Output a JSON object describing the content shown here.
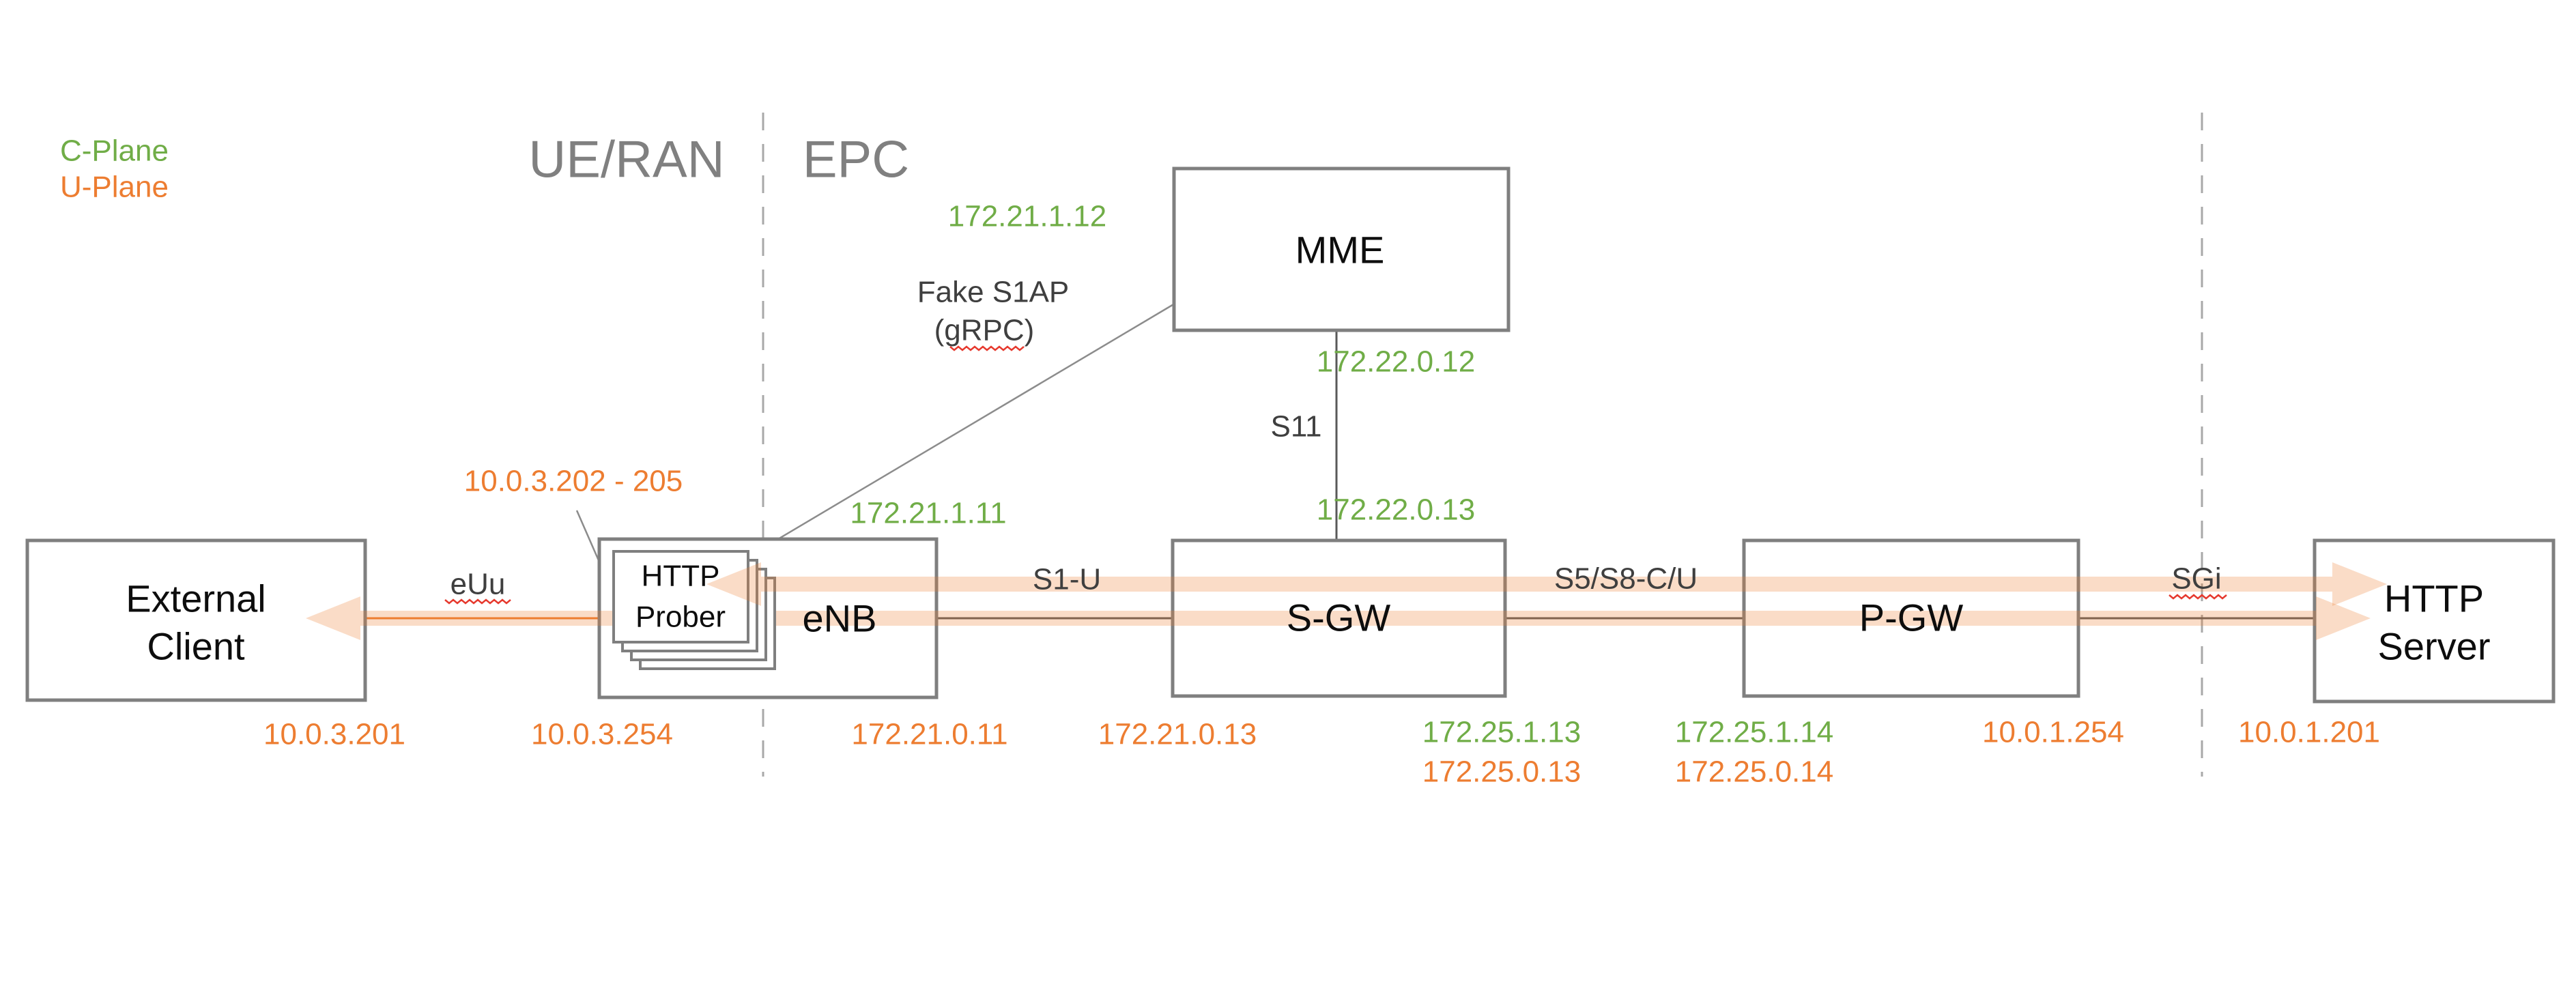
{
  "legend": {
    "c_plane": "C-Plane",
    "u_plane": "U-Plane"
  },
  "sections": {
    "ue_ran": "UE/RAN",
    "epc": "EPC"
  },
  "nodes": {
    "external_client": {
      "lines": [
        "External",
        "Client"
      ]
    },
    "http_prober": {
      "lines": [
        "HTTP",
        "Prober"
      ]
    },
    "enb": {
      "label": "eNB"
    },
    "mme": {
      "label": "MME"
    },
    "sgw": {
      "label": "S-GW"
    },
    "pgw": {
      "label": "P-GW"
    },
    "http_server": {
      "lines": [
        "HTTP",
        "Server"
      ]
    }
  },
  "links": {
    "euu": {
      "label": "eUu"
    },
    "s1u": {
      "label": "S1-U"
    },
    "s11": {
      "label": "S11"
    },
    "s5s8": {
      "label": "S5/S8-C/U"
    },
    "sgi": {
      "label": "SGi"
    },
    "fake_s1ap": {
      "lines": [
        "Fake S1AP",
        "(gRPC)"
      ]
    }
  },
  "addresses": {
    "client_uplane": "10.0.3.201",
    "prober_pool": "10.0.3.202 - 205",
    "enb_uu_uplane": "10.0.3.254",
    "enb_s1_cplane": "172.21.1.11",
    "enb_s1u_uplane": "172.21.0.11",
    "mme_s1_cplane": "172.21.1.12",
    "mme_s11_cplane": "172.22.0.12",
    "sgw_s11_cplane": "172.22.0.13",
    "sgw_s1u_uplane": "172.21.0.13",
    "sgw_s5_cplane": "172.25.1.13",
    "sgw_s5_uplane": "172.25.0.13",
    "pgw_s5_cplane": "172.25.1.14",
    "pgw_s5_uplane": "172.25.0.14",
    "pgw_sgi_uplane": "10.0.1.254",
    "server_uplane": "10.0.1.201"
  },
  "colors": {
    "c_plane": "#70AD47",
    "u_plane": "#ED7D31",
    "section_gray": "#808080",
    "box_border": "#7F7F7F",
    "link_dark": "#595959",
    "squiggle_red": "#E6392E",
    "flow_band": "rgba(237,125,49,0.27)"
  }
}
